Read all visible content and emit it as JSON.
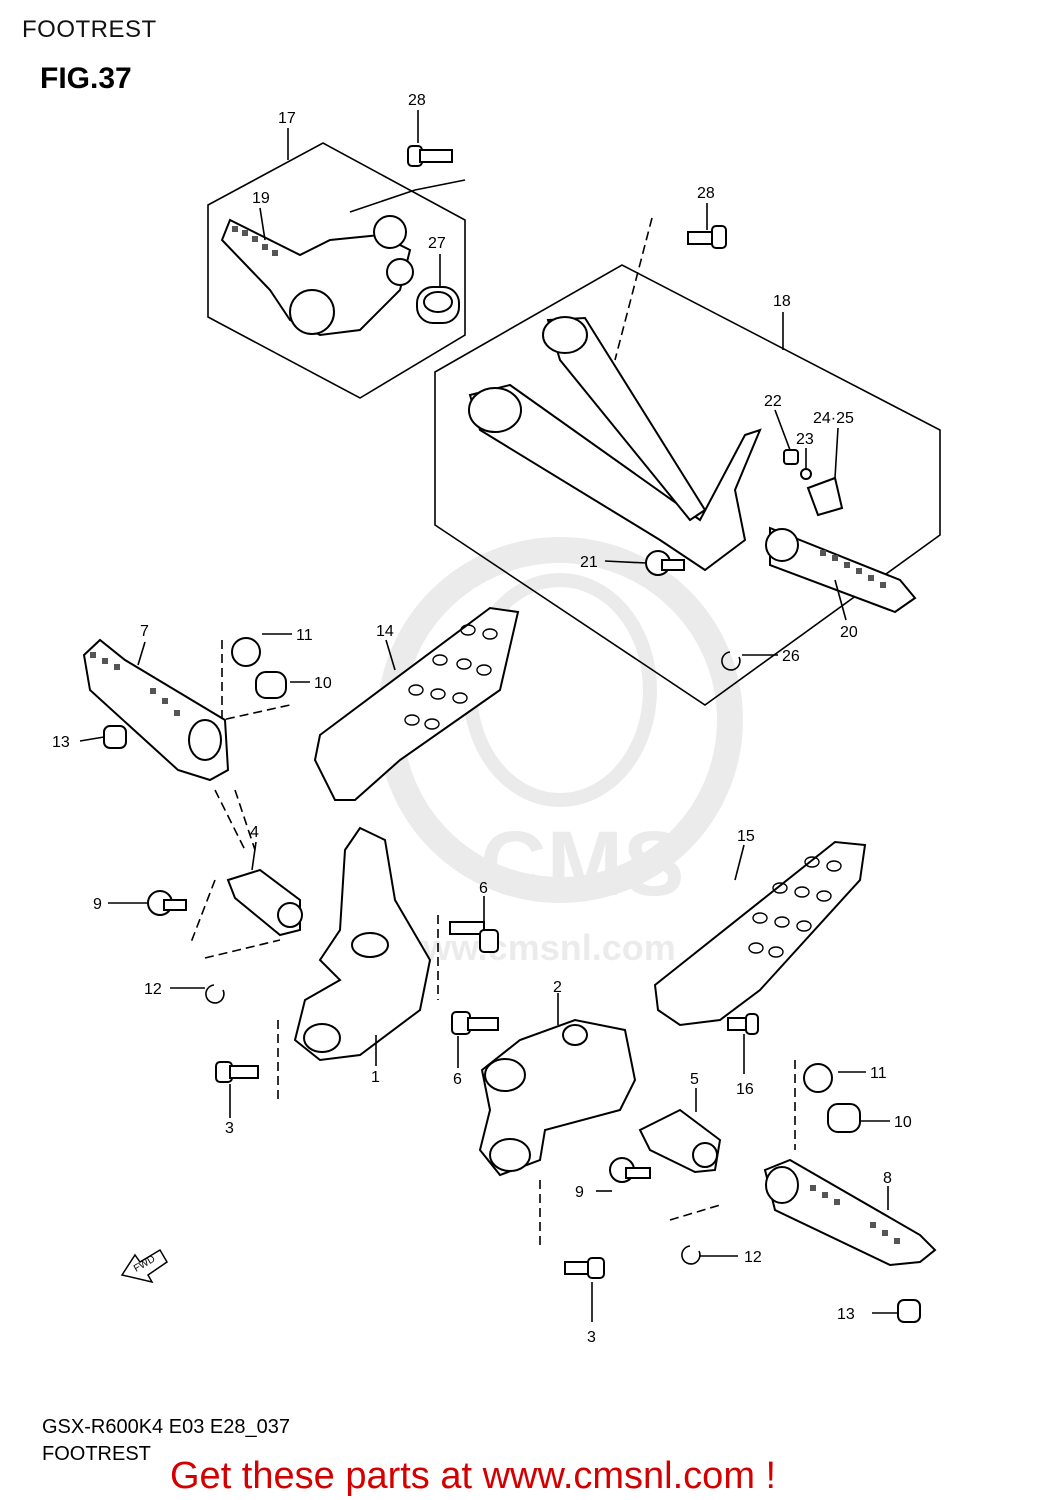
{
  "header": {
    "title": "FOOTREST"
  },
  "figure": {
    "title": "FIG.37"
  },
  "footer": {
    "model": "GSX-R600K4 E03 E28_037",
    "section": "FOOTREST"
  },
  "cta": {
    "text": "Get these parts at www.cmsnl.com !"
  },
  "watermark": {
    "text": "CMS",
    "url": "www.cmsnl.com"
  },
  "fwd": {
    "label": "FWD"
  },
  "callouts": [
    "1",
    "2",
    "3",
    "3",
    "4",
    "5",
    "6",
    "6",
    "7",
    "8",
    "9",
    "9",
    "10",
    "10",
    "11",
    "11",
    "12",
    "12",
    "13",
    "13",
    "14",
    "15",
    "16",
    "17",
    "18",
    "19",
    "20",
    "21",
    "22",
    "23",
    "24·25",
    "26",
    "27",
    "28",
    "28"
  ],
  "colors": {
    "cta": "#d40000",
    "lines": "#000000",
    "watermark": "#d8d8d8"
  }
}
